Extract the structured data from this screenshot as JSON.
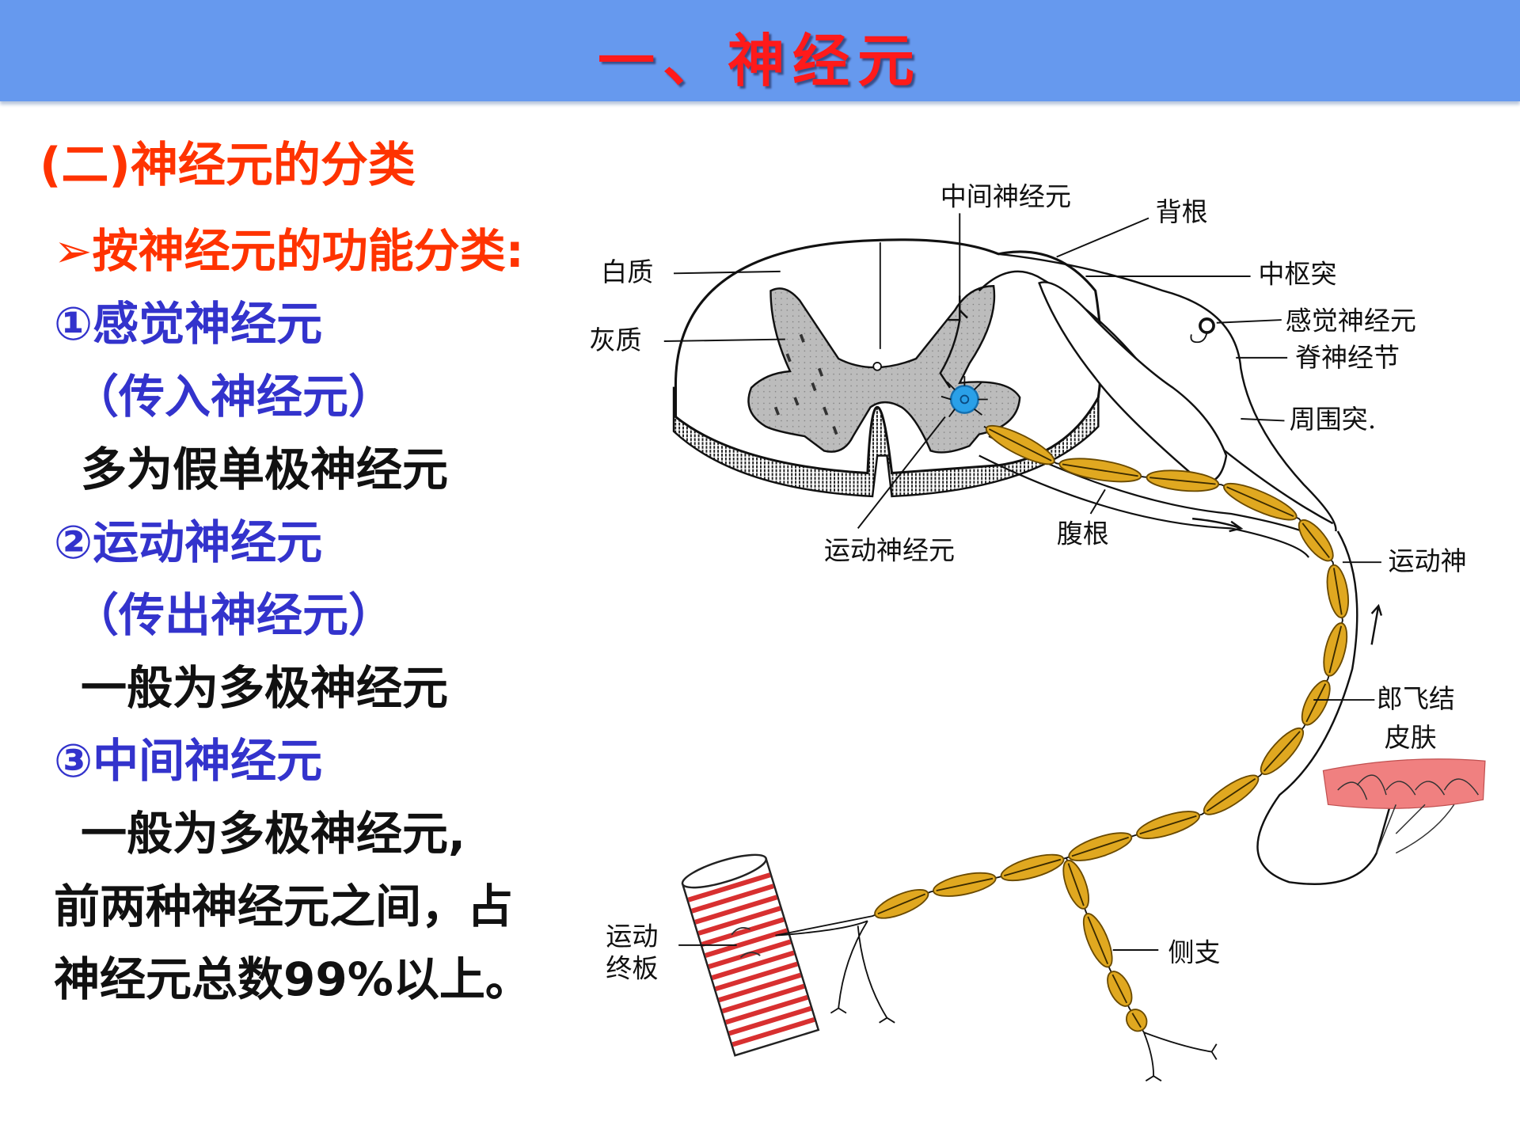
{
  "header": {
    "title": "一、神经元"
  },
  "subtitle": "(二)神经元的分类",
  "content": {
    "bullet_icon": "arrowhead-bullet",
    "heading": "➢按神经元的功能分类:",
    "lines": [
      {
        "text": "①感觉神经元",
        "style": "blue"
      },
      {
        "text": "（传入神经元）",
        "style": "blue"
      },
      {
        "text": "多为假单极神经元",
        "style": "black"
      },
      {
        "text": "②运动神经元",
        "style": "blue"
      },
      {
        "text": "（传出神经元）",
        "style": "blue"
      },
      {
        "text": "一般为多极神经元",
        "style": "black"
      },
      {
        "text": "③中间神经元",
        "style": "blue"
      },
      {
        "text": "一般为多极神经元,",
        "style": "black"
      },
      {
        "text": "前两种神经元之间，占",
        "style": "black"
      },
      {
        "text": "神经元总数99%以上。",
        "style": "black"
      }
    ]
  },
  "diagram": {
    "labels": {
      "interneuron": "中间神经元",
      "dorsal_root": "背根",
      "white_matter": "白质",
      "central_process": "中枢突",
      "gray_matter": "灰质",
      "sensory_neuron": "感觉神经元",
      "spinal_ganglion": "脊神经节",
      "peripheral_process": "周围突.",
      "motor_neuron": "运动神经元",
      "ventral_root": "腹根",
      "motor_nerve": "运动神",
      "node_of_ranvier": "郎飞结",
      "skin": "皮肤",
      "motor_end_plate_1": "运动",
      "motor_end_plate_2": "终板",
      "collateral": "侧支"
    },
    "colors": {
      "myelin": "#e0a820",
      "gray_matter": "#bcbcbc",
      "neuron_body": "#2aa0e8",
      "skin": "#f08080",
      "muscle_stripe": "#d83030"
    }
  }
}
